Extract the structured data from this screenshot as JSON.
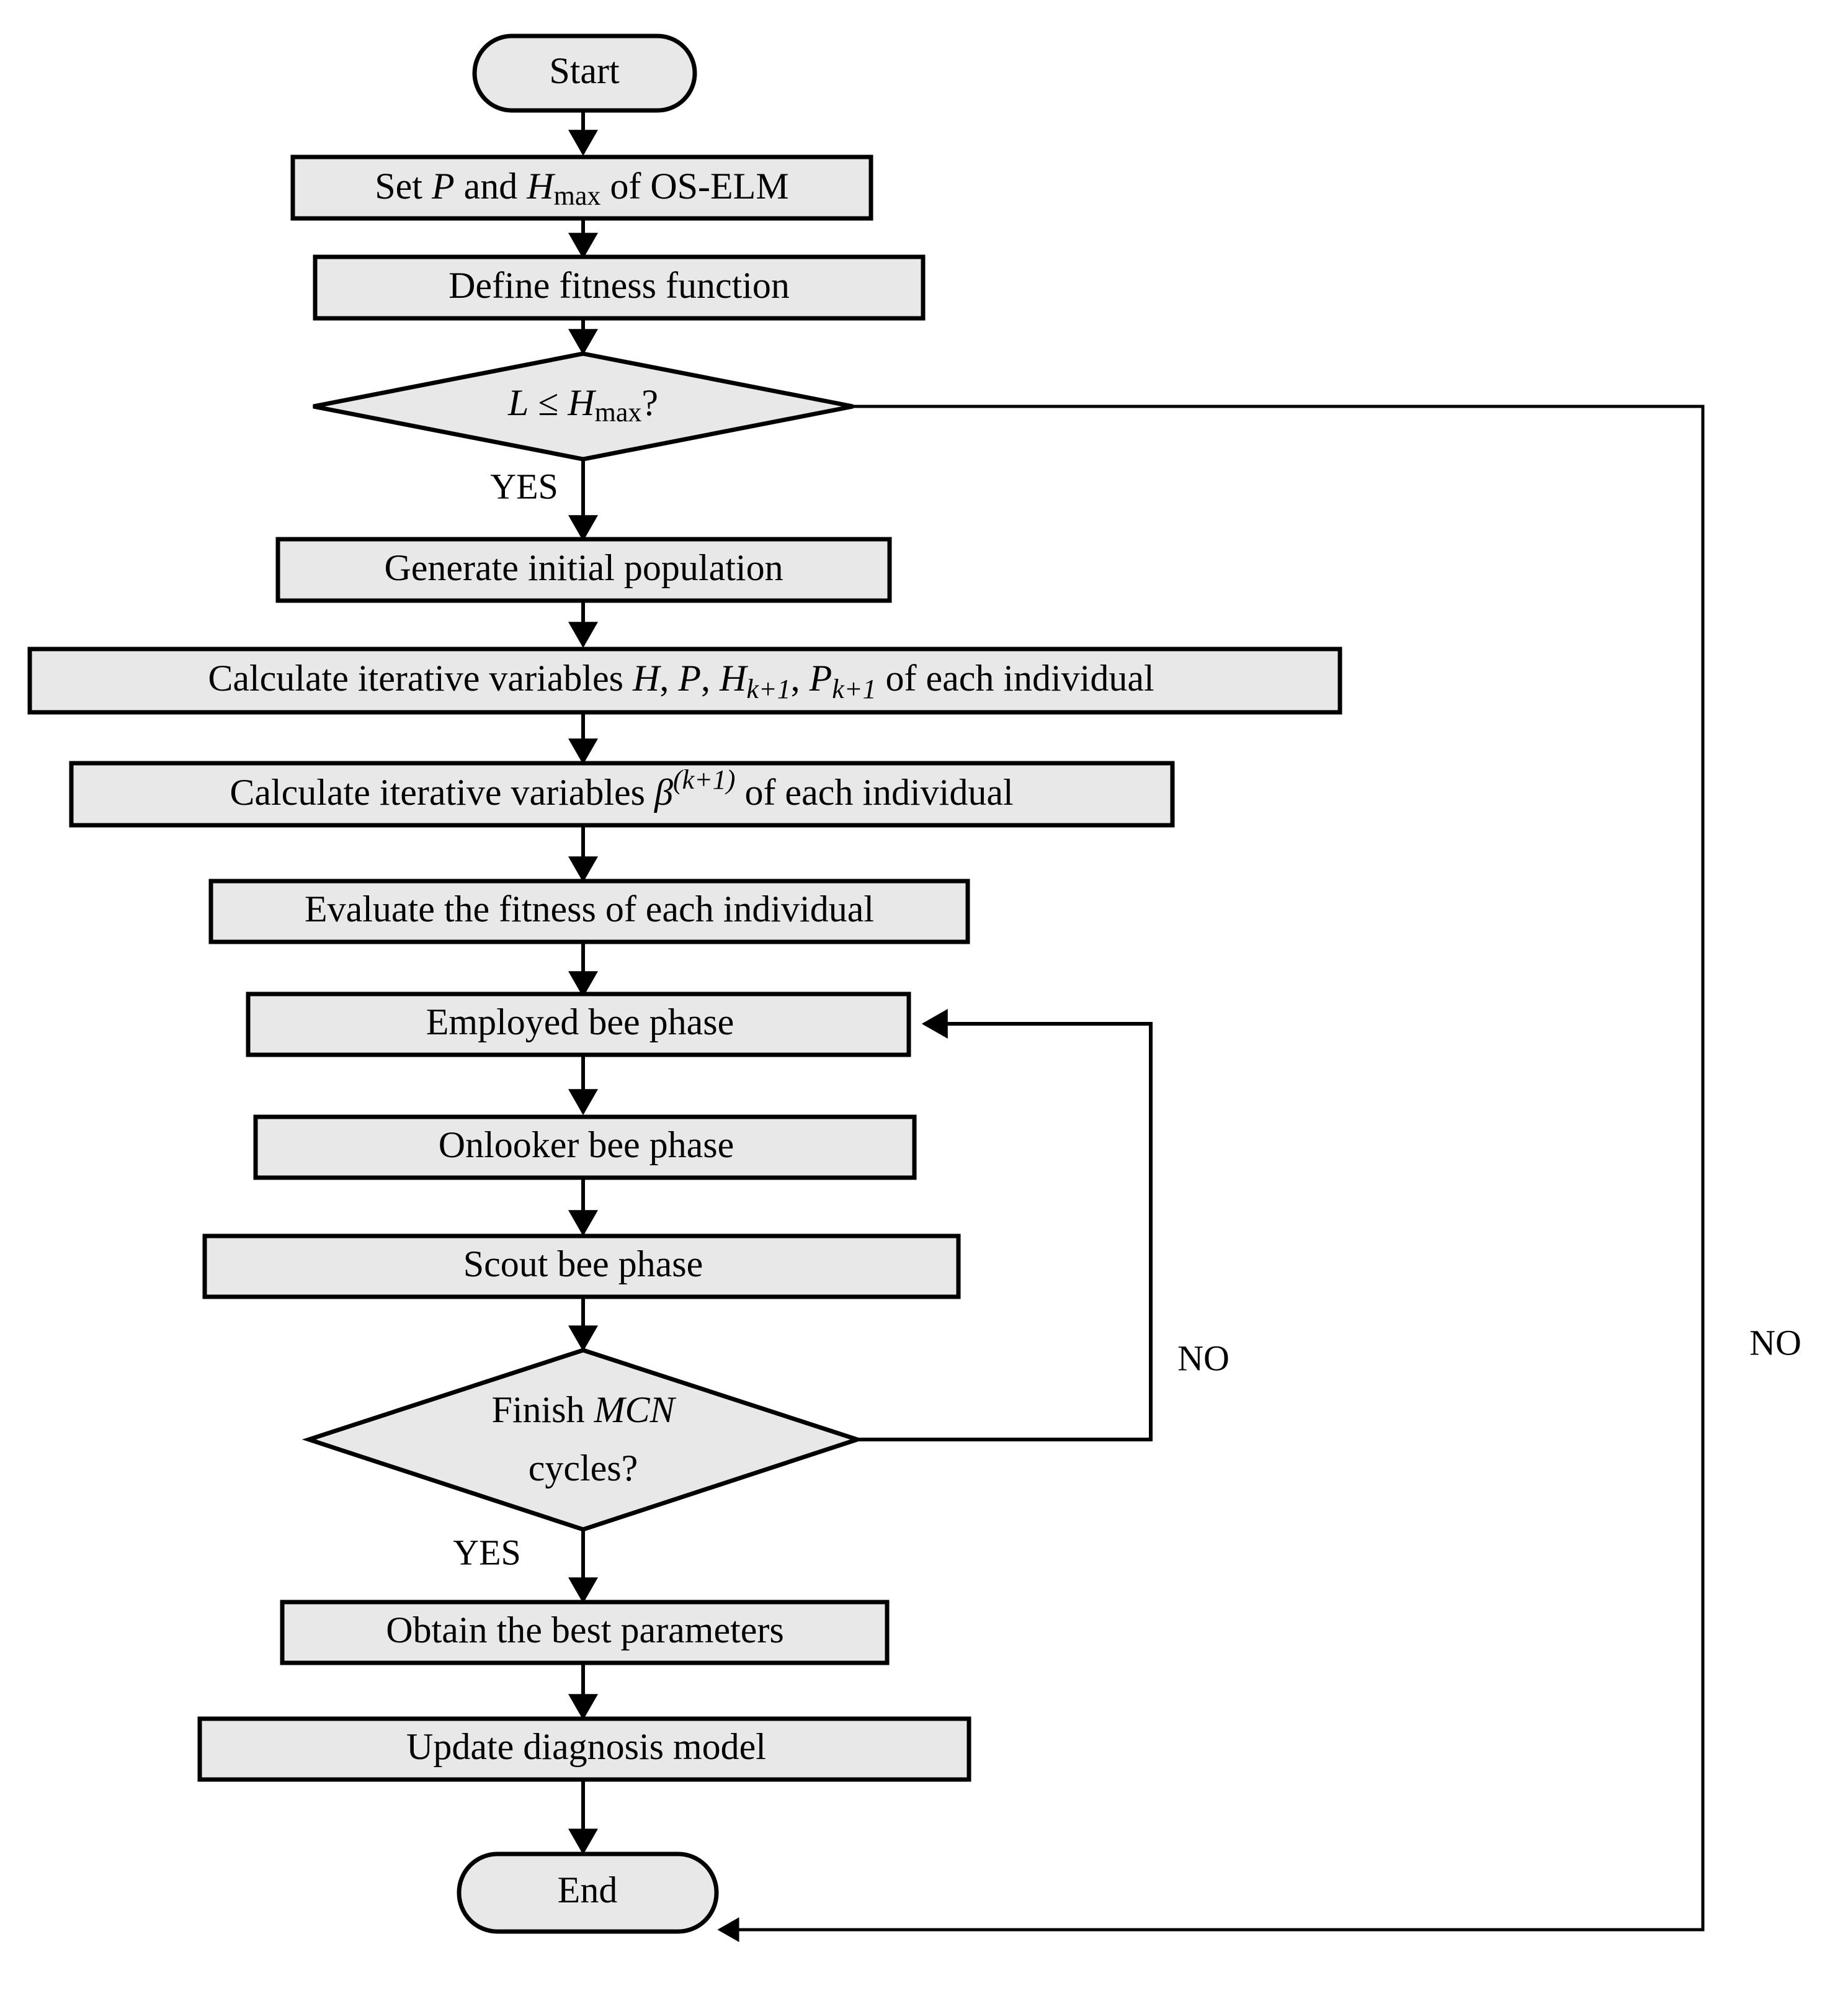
{
  "diagram": {
    "title": "OS-ELM ABC optimization flowchart",
    "type": "flowchart",
    "background_color": "#ffffff",
    "node_fill_color": "#e8e8e8",
    "node_stroke_color": "#000000",
    "nodes": [
      {
        "id": "start",
        "shape": "terminator",
        "label": "Start"
      },
      {
        "id": "set-params",
        "shape": "process",
        "label": "Set  P  and H_max of OS-ELM",
        "parts": [
          "Set ",
          "P",
          " and ",
          "H",
          "max",
          " of OS-ELM"
        ]
      },
      {
        "id": "define-fit",
        "shape": "process",
        "label": "Define fitness function"
      },
      {
        "id": "dec-hmax",
        "shape": "decision",
        "label": "L ≤ H_max ?",
        "parts": [
          "L",
          " ≤ ",
          "H",
          "max",
          "?"
        ]
      },
      {
        "id": "gen-pop",
        "shape": "process",
        "label": "Generate initial population"
      },
      {
        "id": "calc-hp",
        "shape": "process",
        "label": "Calculate iterative variables H, P, H_{k+1}, P_{k+1} of each individual",
        "parts": [
          "Calculate iterative variables ",
          "H",
          ", ",
          "P",
          ", ",
          "H",
          "k+1",
          ", ",
          "P",
          "k+1",
          " of each individual"
        ]
      },
      {
        "id": "calc-beta",
        "shape": "process",
        "label": "Calculate iterative variables β^(k+1) of each individual",
        "parts": [
          "Calculate iterative variables ",
          "β",
          "(k+1)",
          " of each individual"
        ]
      },
      {
        "id": "evaluate",
        "shape": "process",
        "label": "Evaluate the fitness of each individual"
      },
      {
        "id": "employed",
        "shape": "process",
        "label": "Employed bee phase"
      },
      {
        "id": "onlooker",
        "shape": "process",
        "label": "Onlooker bee phase"
      },
      {
        "id": "scout",
        "shape": "process",
        "label": "Scout bee phase"
      },
      {
        "id": "dec-mcn",
        "shape": "decision",
        "label": "Finish MCN cycles?",
        "line1_a": "Finish ",
        "line1_b": "MCN",
        "line2": "cycles?"
      },
      {
        "id": "best-params",
        "shape": "process",
        "label": "Obtain the best parameters"
      },
      {
        "id": "update-model",
        "shape": "process",
        "label": "Update diagnosis model"
      },
      {
        "id": "end",
        "shape": "terminator",
        "label": "End"
      }
    ],
    "edge_labels": {
      "hmax_yes": "YES",
      "hmax_no": "NO",
      "mcn_yes": "YES",
      "mcn_no": "NO"
    }
  }
}
